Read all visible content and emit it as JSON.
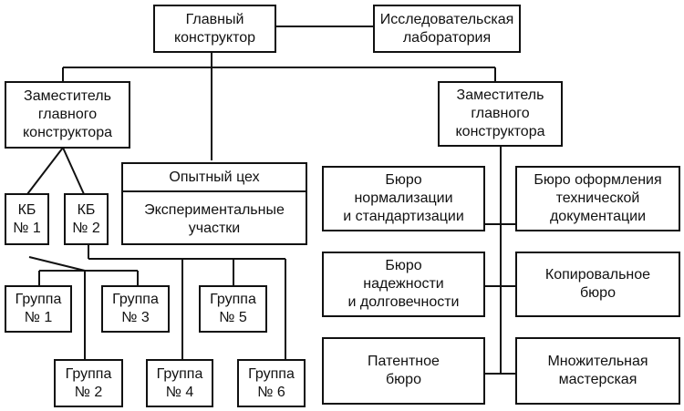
{
  "diagram": {
    "type": "org-chart",
    "nodes": {
      "chief": "Главный\nконструктор",
      "lab": "Исследовательская\nлаборатория",
      "deputy_left": "Заместитель\nглавного\nконструктора",
      "deputy_right": "Заместитель\nглавного\nконструктора",
      "workshop_title": "Опытный цех",
      "workshop_sub": "Экспериментальные\nучастки",
      "kb1": "КБ\n№ 1",
      "kb2": "КБ\n№ 2",
      "group1": "Группа\n№ 1",
      "group2": "Группа\n№ 2",
      "group3": "Группа\n№ 3",
      "group4": "Группа\n№ 4",
      "group5": "Группа\n№ 5",
      "group6": "Группа\n№ 6",
      "bureau_norm": "Бюро\nнормализации\nи стандартизации",
      "bureau_docs": "Бюро оформления\nтехнической\nдокументации",
      "bureau_reliability": "Бюро\nнадежности\nи долговечности",
      "bureau_copy": "Копировальное\nбюро",
      "bureau_patent": "Патентное\nбюро",
      "copy_shop": "Множительная\nмастерская"
    },
    "edges": [
      [
        "chief",
        "lab"
      ],
      [
        "chief",
        "deputy_left"
      ],
      [
        "chief",
        "deputy_right"
      ],
      [
        "chief",
        "workshop"
      ],
      [
        "deputy_left",
        "kb1"
      ],
      [
        "deputy_left",
        "kb2"
      ],
      [
        "kb1",
        "group1"
      ],
      [
        "kb1",
        "group2"
      ],
      [
        "kb1",
        "group3"
      ],
      [
        "kb2",
        "group4"
      ],
      [
        "kb2",
        "group5"
      ],
      [
        "kb2",
        "group6"
      ],
      [
        "deputy_right",
        "bureau_norm"
      ],
      [
        "deputy_right",
        "bureau_docs"
      ],
      [
        "deputy_right",
        "bureau_reliability"
      ],
      [
        "deputy_right",
        "bureau_copy"
      ],
      [
        "deputy_right",
        "bureau_patent"
      ],
      [
        "deputy_right",
        "copy_shop"
      ]
    ]
  }
}
